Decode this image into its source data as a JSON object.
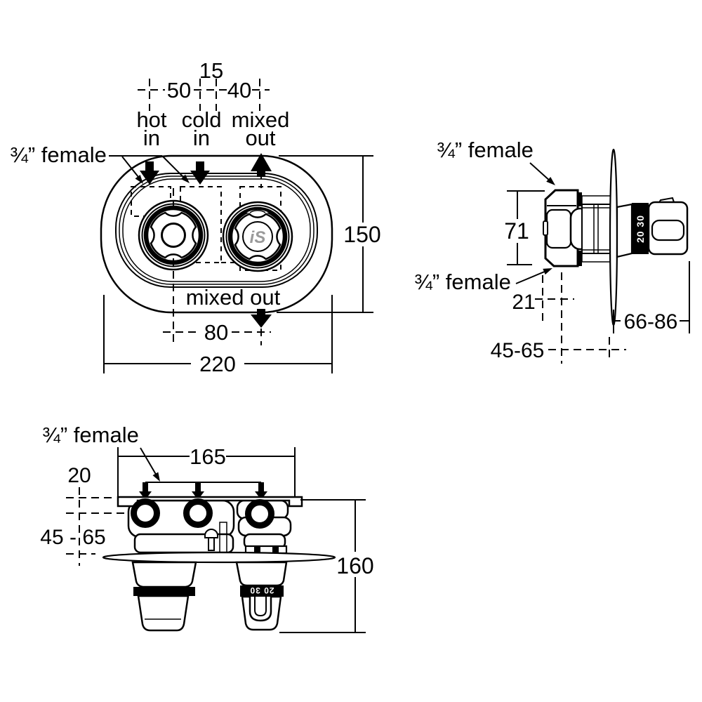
{
  "drawing_title": "Thermostatic built-in mixer dimensional drawing",
  "colors": {
    "line": "#000000",
    "logo_gray": "#9a9a9a",
    "background": "#ffffff"
  },
  "front_view": {
    "female_label": "¾” female",
    "port_labels": {
      "hot1": "hot",
      "hot2": "in",
      "cold1": "cold",
      "cold2": "in",
      "mixed1": "mixed",
      "mixed2": "out"
    },
    "mixed_out_label": "mixed out",
    "logo_text": "iS",
    "dims": {
      "d15": "15",
      "d50": "50",
      "d40": "40",
      "d150": "150",
      "d80": "80",
      "d220": "220"
    }
  },
  "side_view": {
    "female_label_top": "¾” female",
    "female_label_bottom": "¾” female",
    "temp_scale": "20 30",
    "dims": {
      "d71": "71",
      "d21": "21",
      "d45_65": "45-65",
      "d66_86": "66-86"
    }
  },
  "top_view": {
    "female_label": "¾” female",
    "temp_scale": "20 30",
    "dims": {
      "d165": "165",
      "d20": "20",
      "d45_65": "45 - 65",
      "d160": "160"
    }
  }
}
